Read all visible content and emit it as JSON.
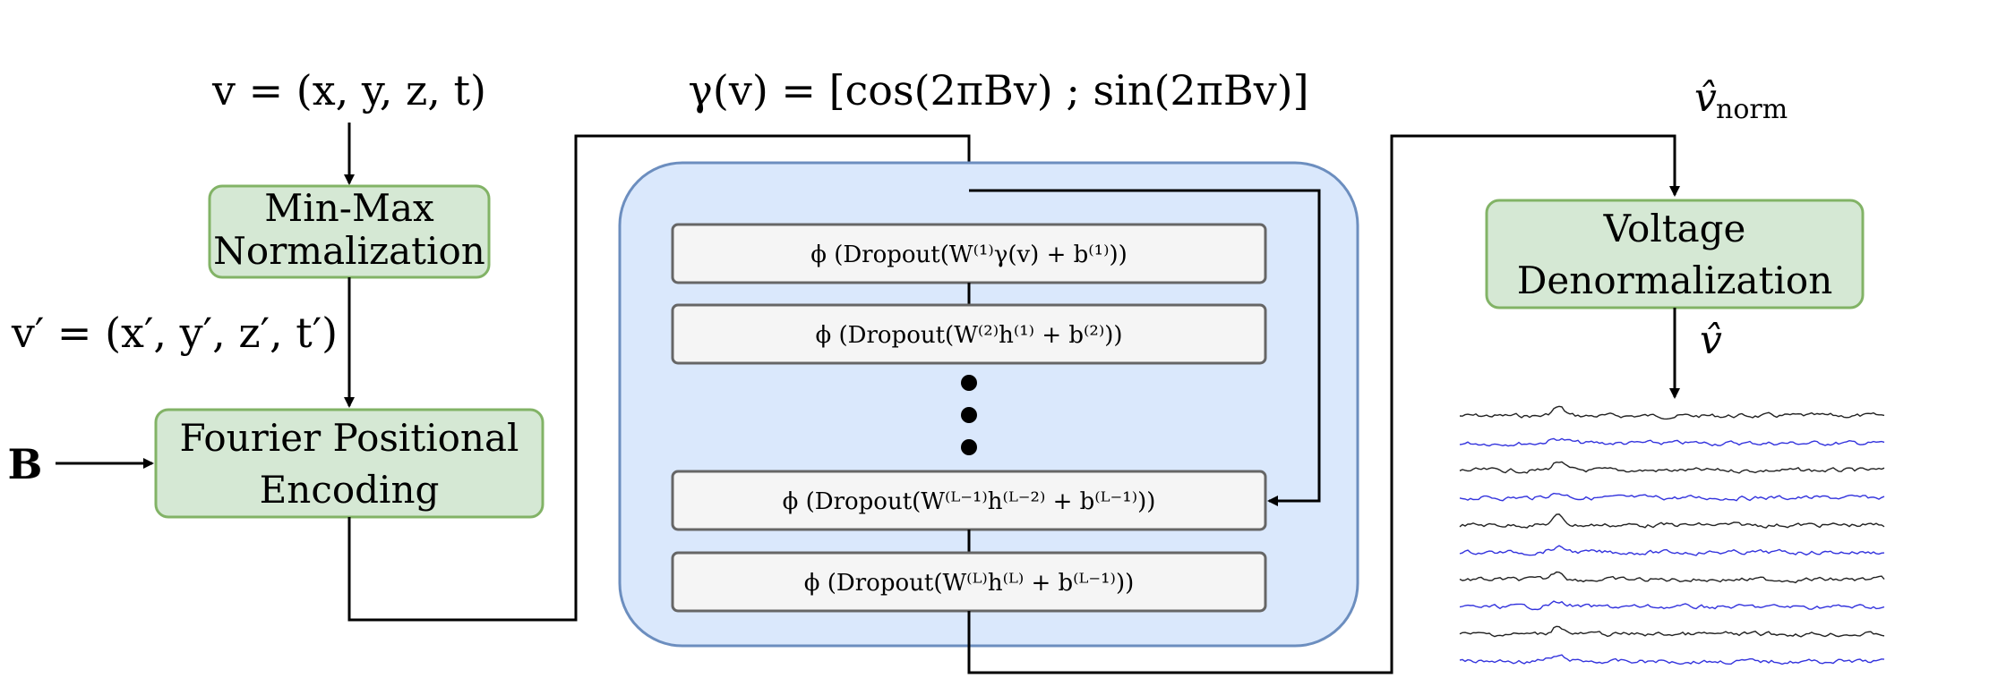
{
  "labels": {
    "input_vector": "v = (x, y, z, t)",
    "normalized_vector": "v′ = (x′, y′, z′, t′)",
    "fourier_matrix": "B",
    "fourier_features": "γ(v) = [cos(2πBv) ; sin(2πBv)]",
    "voltage_norm": "v̂",
    "voltage_norm_sub": "norm",
    "voltage_out": "v̂"
  },
  "boxes": {
    "minmax": [
      "Min-Max",
      "Normalization"
    ],
    "fourier": [
      "Fourier Positional",
      "Encoding"
    ],
    "denorm": [
      "Voltage",
      "Denormalization"
    ]
  },
  "layers": [
    "ϕ (Dropout(W⁽¹⁾γ(v) + b⁽¹⁾))",
    "ϕ (Dropout(W⁽²⁾h⁽¹⁾ + b⁽²⁾))",
    "ϕ (Dropout(W⁽ᴸ⁻¹⁾h⁽ᴸ⁻²⁾ + b⁽ᴸ⁻¹⁾))",
    "ϕ (Dropout(W⁽ᴸ⁾h⁽ᴸ⁾ + b⁽ᴸ⁻¹⁾))"
  ],
  "colors": {
    "green_fill": "#d5e8d4",
    "green_stroke": "#82b366",
    "blue_fill": "#dae8fc",
    "blue_stroke": "#6c8ebf",
    "layer_fill": "#f5f5f5",
    "layer_stroke": "#666666",
    "signal_black": "#222222",
    "signal_blue": "#3333dd"
  },
  "signals": {
    "count": 10,
    "pattern": [
      "black",
      "blue",
      "black",
      "blue",
      "black",
      "blue",
      "black",
      "blue",
      "black",
      "blue"
    ]
  }
}
